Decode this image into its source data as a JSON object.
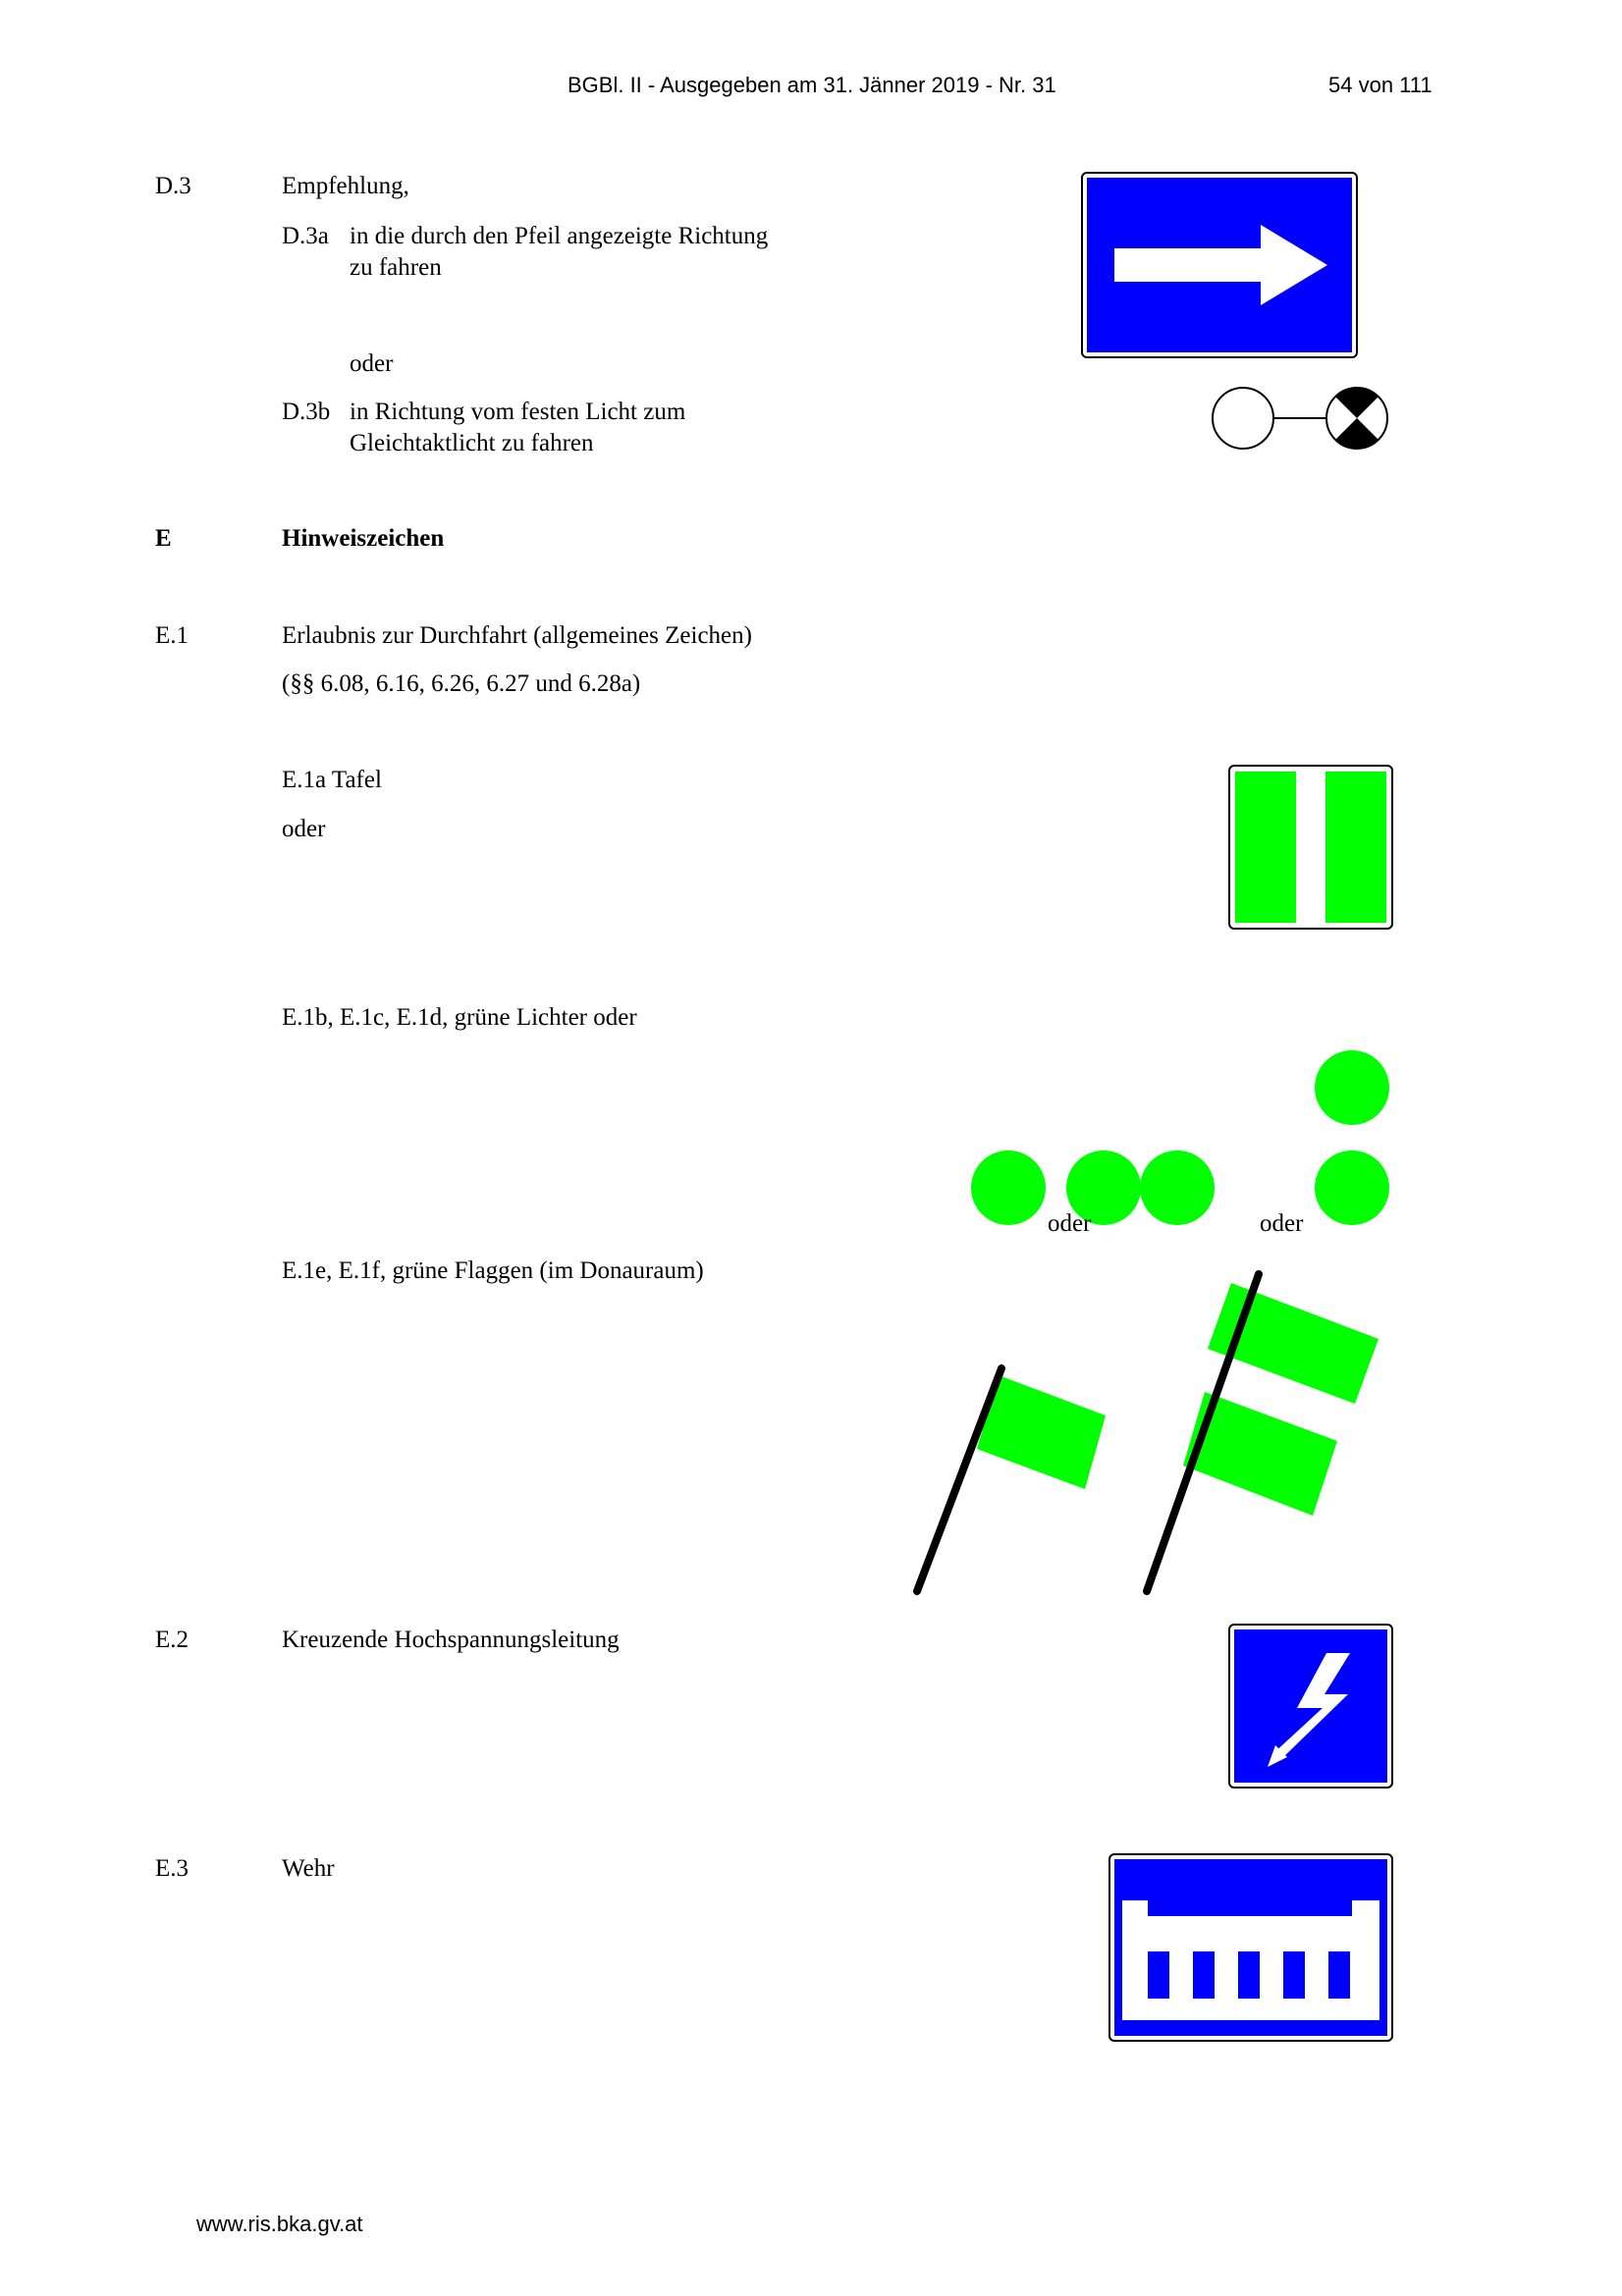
{
  "header": {
    "issue": "BGBl. II - Ausgegeben am 31. Jänner 2019 - Nr. 31",
    "page": "54 von 111"
  },
  "d3": {
    "code": "D.3",
    "title": "Empfehlung,",
    "d3a_code": "D.3a",
    "d3a_line1": "in die durch den Pfeil angezeigte Richtung",
    "d3a_line2": "zu fahren",
    "oder": "oder",
    "d3b_code": "D.3b",
    "d3b_line1": "in Richtung vom festen Licht zum",
    "d3b_line2": "Gleichtaktlicht zu fahren"
  },
  "e": {
    "code": "E",
    "title": "Hinweiszeichen"
  },
  "e1": {
    "code": "E.1",
    "title": "Erlaubnis zur Durchfahrt (allgemeines Zeichen)",
    "refs": "(§§ 6.08, 6.16, 6.26, 6.27 und 6.28a)",
    "e1a": "E.1a Tafel",
    "oder": "oder",
    "e1b": "E.1b, E.1c, E.1d, grüne Lichter oder",
    "lights_oder_1": "oder",
    "lights_oder_2": "oder",
    "e1e": "E.1e, E.1f, grüne Flaggen (im Donauraum)"
  },
  "e2": {
    "code": "E.2",
    "title": "Kreuzende Hochspannungsleitung"
  },
  "e3": {
    "code": "E.3",
    "title": "Wehr"
  },
  "footer": {
    "url": "www.ris.bka.gv.at"
  },
  "colors": {
    "sign_blue": "#0000ff",
    "signal_green": "#00ff00",
    "black": "#000000",
    "white": "#ffffff"
  },
  "icons": {
    "d3a_sign": "arrow-right-sign-icon",
    "d3b_lights": "fixed-and-isophase-light-icon",
    "e1a_sign": "passage-permitted-sign-icon",
    "e2_sign": "high-voltage-line-sign-icon",
    "e3_sign": "weir-sign-icon"
  }
}
